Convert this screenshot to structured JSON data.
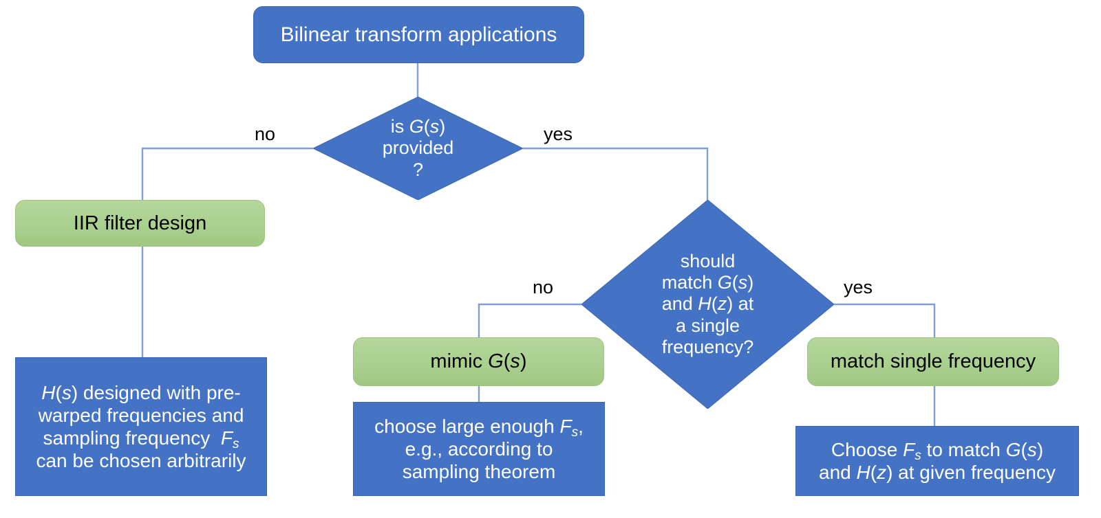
{
  "diagram": {
    "title": "Bilinear transform applications flowchart",
    "colors": {
      "process_blue": "#4472C4",
      "terminal_green": "#A9D08E",
      "connector_line": "#7F9FD4",
      "text_on_blue": "#FFFFFF",
      "text_on_green": "#000000",
      "background": "#FFFFFF"
    }
  },
  "nodes": {
    "root": {
      "label": "Bilinear transform applications",
      "shape": "rounded-rectangle",
      "fill": "#4472C4"
    },
    "decision_1": {
      "line_1": "is G(s)",
      "line_2": "provided",
      "line_3": "?",
      "shape": "diamond",
      "fill": "#4472C4"
    },
    "decision_2": {
      "line_1": "should",
      "line_2": "match G(s)",
      "line_3": "and H(z) at",
      "line_4": "a single",
      "line_5": "frequency?",
      "shape": "diamond",
      "fill": "#4472C4"
    },
    "iir_filter_design": {
      "label": "IIR filter design",
      "shape": "rounded-rectangle",
      "fill": "#A9D08E"
    },
    "mimic_gs": {
      "label_pre": "mimic ",
      "label_math": "G(s)",
      "shape": "rounded-rectangle",
      "fill": "#A9D08E"
    },
    "match_single_frequency": {
      "label": "match single frequency",
      "shape": "rounded-rectangle",
      "fill": "#A9D08E"
    },
    "result_left": {
      "line_1": "H(s) designed with pre-",
      "line_2": "warped frequencies and",
      "line_3": "sampling frequency  Fs",
      "line_4": "can be chosen arbitrarily",
      "shape": "rectangle",
      "fill": "#4472C4"
    },
    "result_middle": {
      "line_1": "choose large enough Fs,",
      "line_2": "e.g., according to",
      "line_3": "sampling theorem",
      "shape": "rectangle",
      "fill": "#4472C4"
    },
    "result_right": {
      "line_1": "Choose Fs to match G(s)",
      "line_2": "and H(z) at given frequency",
      "shape": "rectangle",
      "fill": "#4472C4"
    }
  },
  "edge_labels": {
    "d1_no": "no",
    "d1_yes": "yes",
    "d2_no": "no",
    "d2_yes": "yes"
  }
}
